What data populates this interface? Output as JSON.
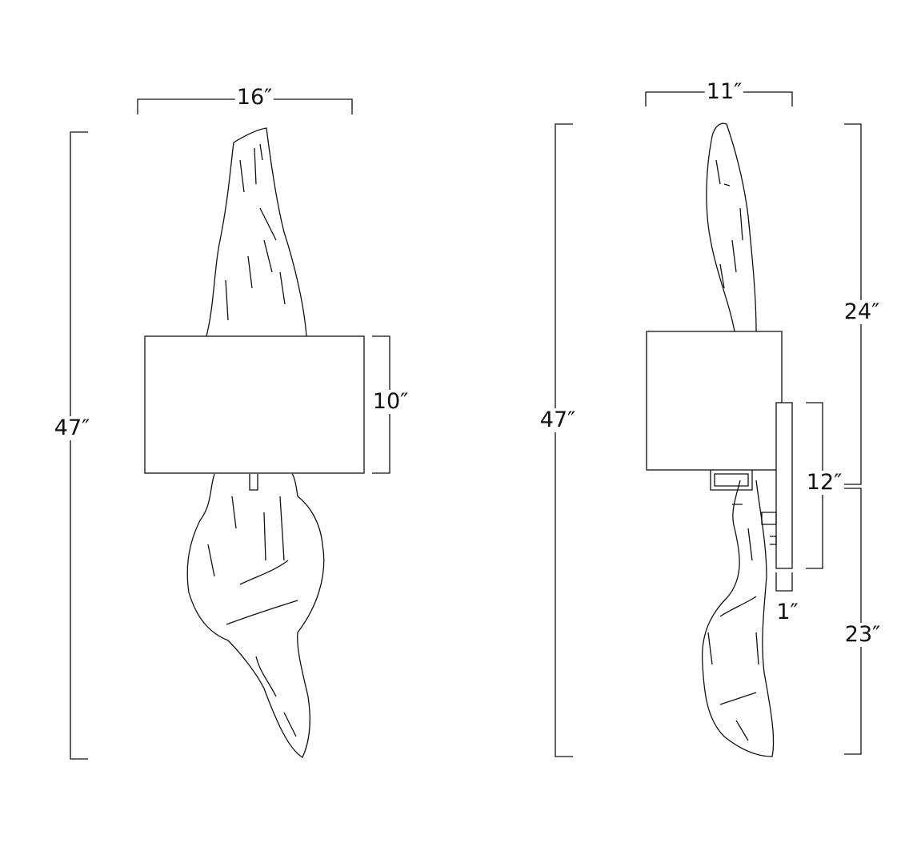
{
  "front_view": {
    "width_label": "16″",
    "height_label": "47″",
    "shade_height_label": "10″"
  },
  "side_view": {
    "depth_label": "11″",
    "height_label": "47″",
    "upper_label": "24″",
    "lower_label": "23″",
    "backplate_label": "12″",
    "backplate_depth_label": "1″"
  },
  "colors": {
    "line": "#111111",
    "background": "#ffffff"
  }
}
